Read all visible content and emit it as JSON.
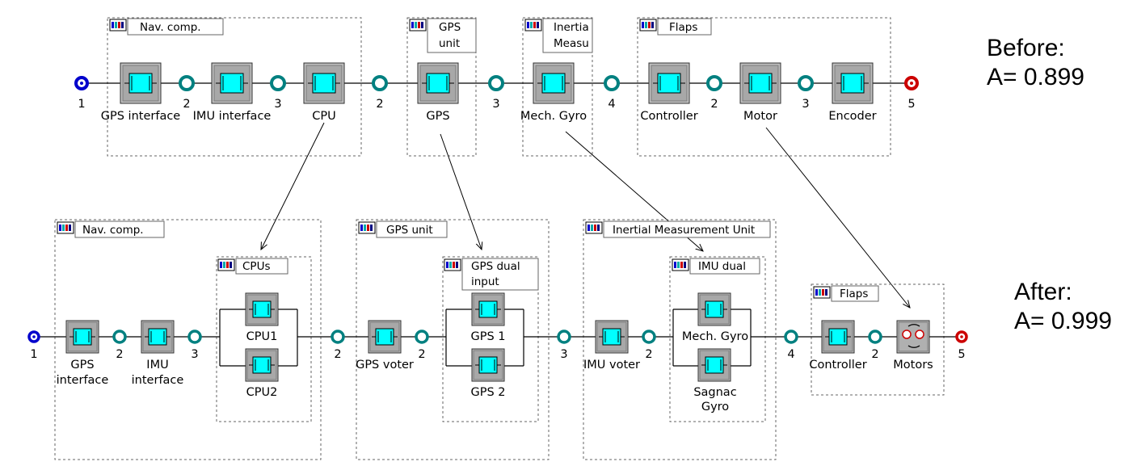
{
  "before": {
    "groups": {
      "nav": "Nav. comp.",
      "gps_l1": "GPS",
      "gps_l2": "unit",
      "imu_l1": "Inertia",
      "imu_l2": "Measu",
      "flaps": "Flaps"
    },
    "blocks": {
      "gps_interface": "GPS interface",
      "imu_interface": "IMU interface",
      "cpu": "CPU",
      "gps": "GPS",
      "mech_gyro": "Mech. Gyro",
      "controller": "Controller",
      "motor": "Motor",
      "encoder": "Encoder"
    },
    "nodes": {
      "start": "1",
      "n1": "2",
      "n2": "3",
      "n3": "2",
      "n4": "3",
      "n5": "4",
      "n6": "2",
      "n7": "3",
      "end": "5"
    },
    "annotation": {
      "line1": "Before:",
      "line2": "A= 0.899"
    }
  },
  "after": {
    "groups": {
      "nav": "Nav. comp.",
      "cpus": "CPUs",
      "gps_unit": "GPS unit",
      "gps_dual_l1": "GPS dual",
      "gps_dual_l2": "input",
      "imu_unit": "Inertial Measurement Unit",
      "imu_dual": "IMU dual",
      "flaps": "Flaps"
    },
    "blocks": {
      "gps_interface_l1": "GPS",
      "gps_interface_l2": "interface",
      "imu_interface_l1": "IMU",
      "imu_interface_l2": "interface",
      "cpu1": "CPU1",
      "cpu2": "CPU2",
      "gps_voter": "GPS voter",
      "gps1": "GPS 1",
      "gps2": "GPS 2",
      "imu_voter": "IMU voter",
      "mech_gyro": "Mech. Gyro",
      "sagnac_l1": "Sagnac",
      "sagnac_l2": "Gyro",
      "controller": "Controller",
      "motors": "Motors"
    },
    "nodes": {
      "start": "1",
      "n1": "2",
      "n2": "3",
      "n3": "2",
      "n4": "2",
      "n5": "3",
      "n6": "2",
      "n7": "4",
      "n8": "2",
      "end": "5"
    },
    "annotation": {
      "line1": "After:",
      "line2": "A= 0.999"
    }
  },
  "colors": {
    "block_fill": "#00ffff",
    "block_frame": "#a0a0a0",
    "node_ring": "#008080",
    "start_node": "#0000cc",
    "end_node": "#cc0000",
    "group_border": "#666666",
    "wire": "#000000"
  }
}
